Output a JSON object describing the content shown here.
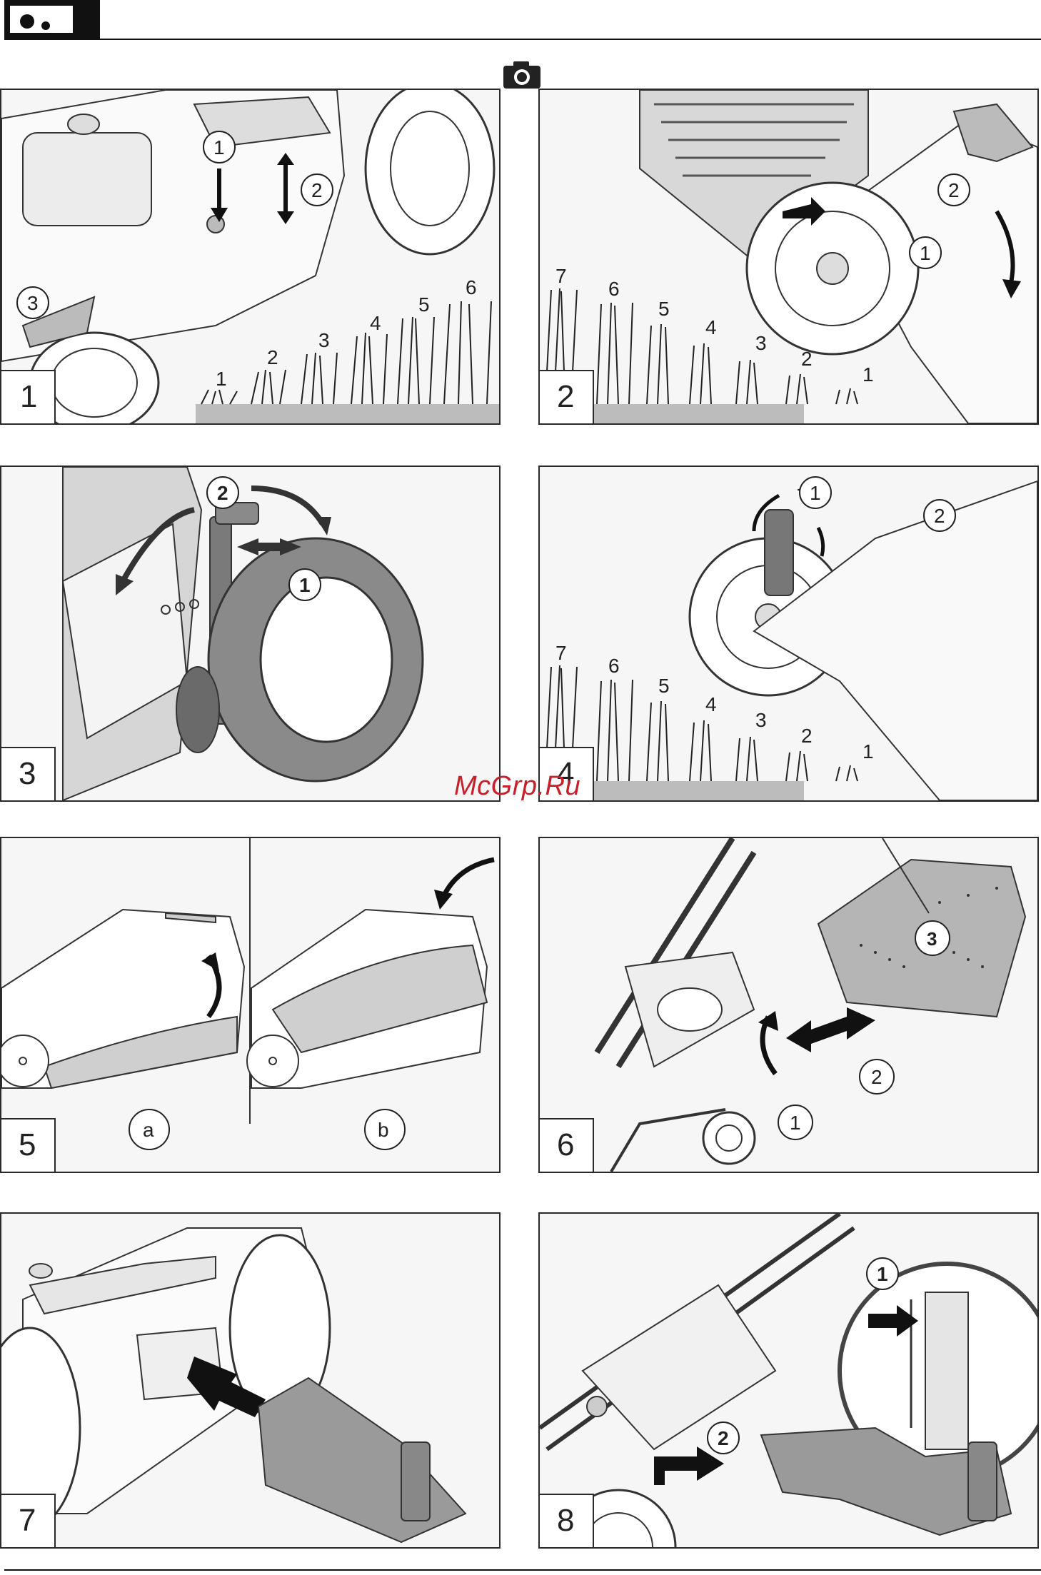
{
  "header": {
    "logo_icon": "manual-section-logo",
    "camera_icon": "camera-icon"
  },
  "watermark": "McGrp.Ru",
  "panels": [
    {
      "number": "1",
      "callouts": [
        "1",
        "2",
        "3"
      ],
      "heights": [
        "1",
        "2",
        "3",
        "4",
        "5",
        "6"
      ]
    },
    {
      "number": "2",
      "callouts": [
        "1",
        "2"
      ],
      "heights": [
        "7",
        "6",
        "5",
        "4",
        "3",
        "2",
        "1"
      ]
    },
    {
      "number": "3",
      "callouts": [
        "1",
        "2"
      ]
    },
    {
      "number": "4",
      "callouts": [
        "1",
        "2"
      ],
      "heights": [
        "7",
        "6",
        "5",
        "4",
        "3",
        "2",
        "1"
      ]
    },
    {
      "number": "5",
      "subfigures": [
        "a",
        "b"
      ]
    },
    {
      "number": "6",
      "callouts": [
        "1",
        "2",
        "3"
      ]
    },
    {
      "number": "7"
    },
    {
      "number": "8",
      "callouts": [
        "1",
        "2"
      ]
    }
  ]
}
